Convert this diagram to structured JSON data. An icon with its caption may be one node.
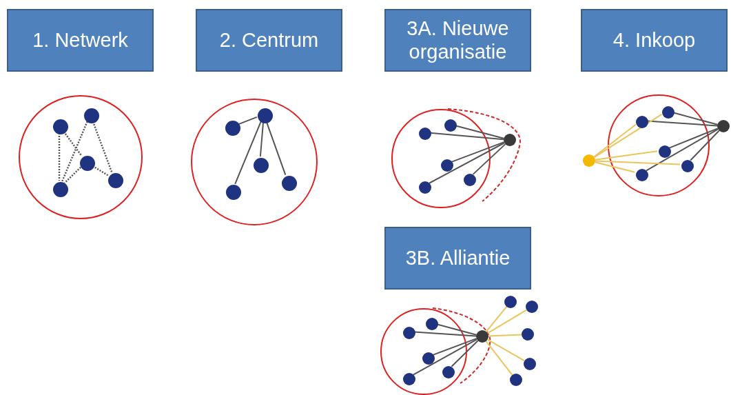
{
  "diagram": {
    "nodes": [
      {
        "text": [
          "1. Netwerk"
        ]
      },
      {
        "text": [],
        "shape": "circle"
      },
      {
        "text": [],
        "shape": "circle",
        "in": 1
      },
      {
        "text": [],
        "shape": "circle",
        "in": 1
      },
      {
        "text": [],
        "shape": "circle",
        "in": 1
      },
      {
        "text": [],
        "shape": "circle",
        "in": 1
      },
      {
        "text": [],
        "shape": "circle",
        "in": 1
      },
      {
        "text": [
          "2. Centrum"
        ]
      },
      {
        "text": [],
        "shape": "circle"
      },
      {
        "text": [],
        "shape": "circle",
        "in": 8
      },
      {
        "text": [],
        "shape": "circle",
        "in": 8
      },
      {
        "text": [],
        "shape": "circle",
        "in": 8
      },
      {
        "text": [],
        "shape": "circle",
        "in": 8
      },
      {
        "text": [],
        "shape": "circle",
        "in": 8
      },
      {
        "text": [
          "3A. Nieuwe organisatie"
        ]
      },
      {
        "text": [],
        "shape": "circle"
      },
      {
        "text": [],
        "shape": "circle",
        "in": 15
      },
      {
        "text": [],
        "shape": "circle",
        "in": 15
      },
      {
        "text": [],
        "shape": "circle",
        "in": 15
      },
      {
        "text": [],
        "shape": "circle",
        "in": 15
      },
      {
        "text": [],
        "shape": "circle",
        "in": 15
      },
      {
        "text": [],
        "shape": "circle"
      },
      {
        "text": [
          "4. Inkoop"
        ]
      },
      {
        "text": [],
        "shape": "circle"
      },
      {
        "text": [],
        "shape": "circle",
        "in": 23
      },
      {
        "text": [],
        "shape": "circle",
        "in": 23
      },
      {
        "text": [],
        "shape": "circle",
        "in": 23
      },
      {
        "text": [],
        "shape": "circle",
        "in": 23
      },
      {
        "text": [],
        "shape": "circle",
        "in": 23
      },
      {
        "text": [],
        "shape": "circle"
      },
      {
        "text": [],
        "shape": "circle"
      },
      {
        "text": [
          "3B. Alliantie"
        ]
      },
      {
        "text": [],
        "shape": "circle"
      },
      {
        "text": [],
        "shape": "circle",
        "in": 32
      },
      {
        "text": [],
        "shape": "circle",
        "in": 32
      },
      {
        "text": [],
        "shape": "circle",
        "in": 32
      },
      {
        "text": [],
        "shape": "circle",
        "in": 32
      },
      {
        "text": [],
        "shape": "circle",
        "in": 32
      },
      {
        "text": [],
        "shape": "circle"
      },
      {
        "text": [],
        "shape": "circle"
      },
      {
        "text": [],
        "shape": "circle"
      },
      {
        "text": [],
        "shape": "circle"
      },
      {
        "text": [],
        "shape": "circle"
      },
      {
        "text": [],
        "shape": "circle"
      }
    ],
    "edges": [
      {
        "from": 2,
        "to": 4,
        "arrow": "none",
        "style": "dashed"
      },
      {
        "from": 2,
        "to": 5,
        "arrow": "none",
        "style": "dashed"
      },
      {
        "from": 3,
        "to": 5,
        "arrow": "none",
        "style": "dashed"
      },
      {
        "from": 3,
        "to": 6,
        "arrow": "none",
        "style": "dashed"
      },
      {
        "from": 4,
        "to": 5,
        "arrow": "none",
        "style": "dashed"
      },
      {
        "from": 4,
        "to": 6,
        "arrow": "none",
        "style": "dashed"
      },
      {
        "from": 10,
        "to": 9,
        "arrow": "none"
      },
      {
        "from": 10,
        "to": 11,
        "arrow": "none"
      },
      {
        "from": 10,
        "to": 12,
        "arrow": "none"
      },
      {
        "from": 10,
        "to": 13,
        "arrow": "none"
      },
      {
        "from": 21,
        "to": 16,
        "arrow": "none"
      },
      {
        "from": 21,
        "to": 17,
        "arrow": "none"
      },
      {
        "from": 21,
        "to": 18,
        "arrow": "none"
      },
      {
        "from": 21,
        "to": 19,
        "arrow": "none"
      },
      {
        "from": 21,
        "to": 20,
        "arrow": "none"
      },
      {
        "from": 29,
        "to": 24,
        "arrow": "none"
      },
      {
        "from": 29,
        "to": 25,
        "arrow": "none"
      },
      {
        "from": 29,
        "to": 26,
        "arrow": "none"
      },
      {
        "from": 29,
        "to": 27,
        "arrow": "none"
      },
      {
        "from": 29,
        "to": 28,
        "arrow": "none"
      },
      {
        "from": 30,
        "to": 24,
        "arrow": "none",
        "color": "#eac55a"
      },
      {
        "from": 30,
        "to": 25,
        "arrow": "none",
        "color": "#eac55a"
      },
      {
        "from": 30,
        "to": 26,
        "arrow": "none",
        "color": "#eac55a"
      },
      {
        "from": 30,
        "to": 27,
        "arrow": "none",
        "color": "#eac55a"
      },
      {
        "from": 30,
        "to": 28,
        "arrow": "none",
        "color": "#eac55a"
      },
      {
        "from": 38,
        "to": 33,
        "arrow": "none"
      },
      {
        "from": 38,
        "to": 34,
        "arrow": "none"
      },
      {
        "from": 38,
        "to": 35,
        "arrow": "none"
      },
      {
        "from": 38,
        "to": 36,
        "arrow": "none"
      },
      {
        "from": 38,
        "to": 37,
        "arrow": "none"
      },
      {
        "from": 38,
        "to": 39,
        "arrow": "none",
        "color": "#eac55a"
      },
      {
        "from": 38,
        "to": 40,
        "arrow": "none",
        "color": "#eac55a"
      },
      {
        "from": 38,
        "to": 41,
        "arrow": "none",
        "color": "#eac55a"
      },
      {
        "from": 38,
        "to": 42,
        "arrow": "none",
        "color": "#eac55a"
      },
      {
        "from": 38,
        "to": 43,
        "arrow": "none",
        "color": "#eac55a"
      }
    ]
  }
}
